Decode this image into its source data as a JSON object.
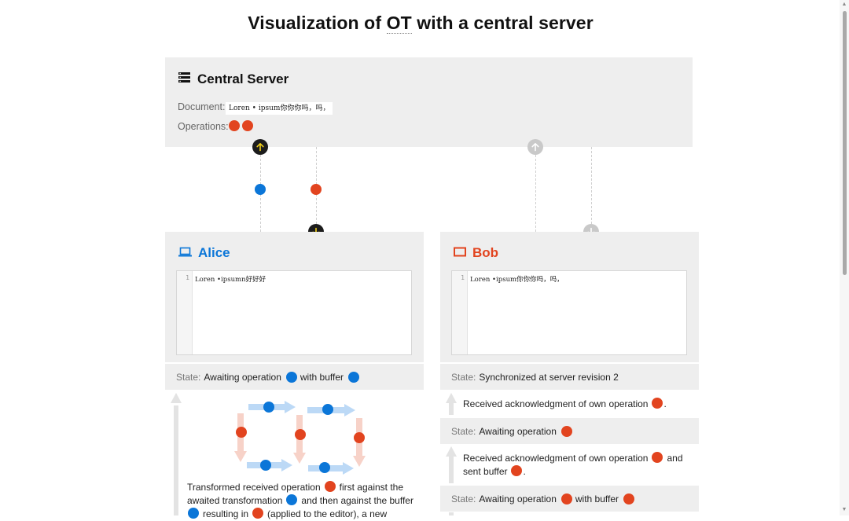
{
  "page": {
    "title_pre": "Visualization of ",
    "title_ot": "OT",
    "title_post": " with a central server"
  },
  "server": {
    "name": "Central Server",
    "document_label": "Document:",
    "document_value": "Loren • ipsum你你你吗，吗，",
    "operations_label": "Operations:"
  },
  "alice": {
    "name": "Alice",
    "line_number": "1",
    "editor_text": "Loren •ipsumn好好好",
    "state_label": "State:",
    "state_text_1": "Awaiting operation",
    "state_text_2": "with buffer",
    "log_1a": "Transformed received operation",
    "log_1b": "first against the",
    "log_1c": "awaited transformation",
    "log_1d": "and then against the buffer",
    "log_1e": "resulting in",
    "log_1f": "(applied to the editor), a new"
  },
  "bob": {
    "name": "Bob",
    "line_number": "1",
    "editor_text": "Loren •ipsum你你你吗，吗，",
    "state_label": "State:",
    "state_1": "Synchronized at server revision 2",
    "log_1": "Received acknowledgment of own operation",
    "log_1_end": ".",
    "state_2": "Awaiting operation",
    "log_2a": "Received acknowledgment of own operation",
    "log_2b": "and",
    "log_2c": "sent buffer",
    "log_2d": ".",
    "state_3a": "Awaiting operation",
    "state_3b": "with buffer"
  },
  "colors": {
    "alice": "#0b76d8",
    "bob": "#e2441f",
    "panel": "#eeeeee"
  },
  "icons": {
    "server": "server-stack-icon",
    "alice": "laptop-icon",
    "bob": "tablet-icon",
    "up": "arrow-up-icon",
    "down": "arrow-down-icon"
  }
}
